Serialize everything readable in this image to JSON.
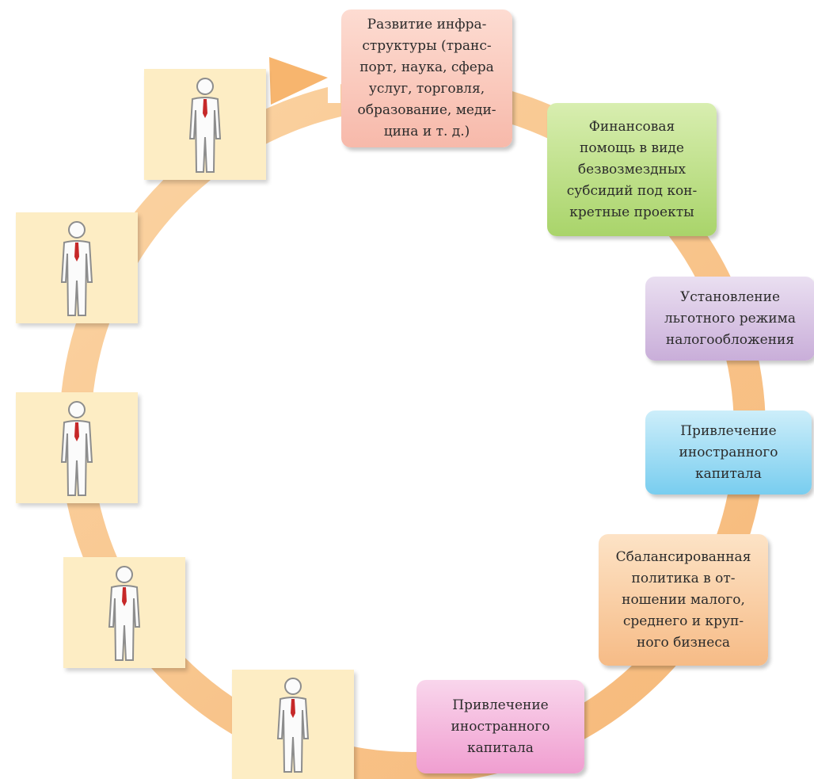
{
  "colors": {
    "ring": "#f8c48a",
    "person_card": "#fdedc4",
    "box_infrastructure": "#f9c6bb",
    "box_financial": "#bfe08a",
    "box_tax": "#d8c3e4",
    "box_foreign_1": "#9edcf3",
    "box_balanced": "#f9d0a6",
    "box_foreign_2": "#f4b6dd"
  },
  "boxes": {
    "infrastructure": "Развитие инфра-\nструктуры (транс-\nпорт, наука, сфера\nуслуг, торговля,\nобразование, меди-\nцина и т. д.)",
    "financial": "Финансовая\nпомощь в виде\nбезвозмездных\nсубсидий под кон-\nкретные проекты",
    "tax": "Установление\nльготного режима\nналогообложения",
    "foreign_1": "Привлечение\nиностранного\nкапитала",
    "balanced": "Сбалансированная\nполитика в от-\nношении малого,\nсреднего и круп-\nного бизнеса",
    "foreign_2": "Привлечение\nиностранного\nкапитала"
  },
  "person_icon": "businessman-icon"
}
